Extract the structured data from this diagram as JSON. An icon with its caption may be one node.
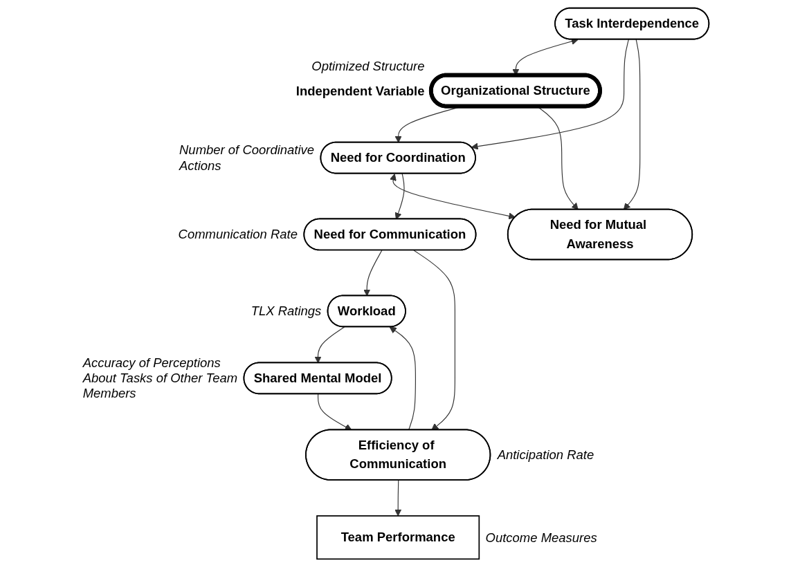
{
  "diagram": {
    "nodes": [
      {
        "text": [
          "Task Interdependence"
        ]
      },
      {
        "text": [
          "Organizational Structure"
        ],
        "beside": [
          "Independent Variable",
          "Optimized Structure"
        ]
      },
      {
        "text": [
          "Need for Coordination"
        ],
        "beside": [
          "Number of Coordinative Actions"
        ]
      },
      {
        "text": [
          "Need for Mutual Awareness"
        ]
      },
      {
        "text": [
          "Shared Mental Model"
        ],
        "beside": [
          "Accuracy of Perceptions About Tasks of Other Team Members"
        ]
      },
      {
        "text": [
          "Need for Communication"
        ],
        "beside": [
          "Communication Rate"
        ]
      },
      {
        "text": [
          "Workload"
        ],
        "beside": [
          "TLX Ratings"
        ]
      },
      {
        "text": [
          "Efficiency of Communication"
        ],
        "beside": [
          "Anticipation Rate"
        ]
      },
      {
        "text": [
          "Team Performance"
        ],
        "beside": [
          "Outcome Measures"
        ]
      }
    ],
    "edges": [
      {
        "from": 0,
        "to": 1,
        "arrow": "both"
      },
      {
        "from": 0,
        "to": 2,
        "arrow": "to"
      },
      {
        "from": 1,
        "to": 2,
        "arrow": "to"
      },
      {
        "from": 1,
        "to": 3,
        "arrow": "to"
      },
      {
        "from": 0,
        "to": 3,
        "arrow": "to"
      },
      {
        "from": 2,
        "to": 3,
        "arrow": "both"
      },
      {
        "from": 2,
        "to": 5,
        "arrow": "to"
      },
      {
        "from": 5,
        "to": 6,
        "arrow": "to"
      },
      {
        "from": 6,
        "to": 4,
        "arrow": "to"
      },
      {
        "from": 4,
        "to": 7,
        "arrow": "to"
      },
      {
        "from": 5,
        "to": 7,
        "arrow": "to"
      },
      {
        "from": 7,
        "to": 6,
        "arrow": "to"
      },
      {
        "from": 7,
        "to": 8,
        "arrow": "to"
      }
    ]
  }
}
